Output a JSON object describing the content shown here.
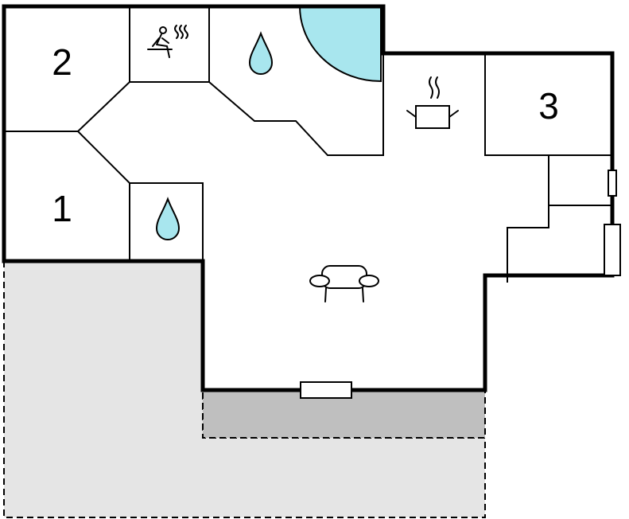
{
  "rooms": [
    {
      "id": "1",
      "label": "1"
    },
    {
      "id": "2",
      "label": "2"
    },
    {
      "id": "3",
      "label": "3"
    }
  ],
  "icons": {
    "sauna": "sauna-icon",
    "bathroom_upper": "water-drop-icon",
    "bathroom_lower": "water-drop-icon",
    "kitchen": "cooking-pot-icon",
    "living": "sofa-icon"
  },
  "colors": {
    "water": "#a8e6ee",
    "terrace_light": "#e5e5e5",
    "terrace_dark": "#bfbfbf",
    "wall": "#000000",
    "floor": "#ffffff"
  }
}
